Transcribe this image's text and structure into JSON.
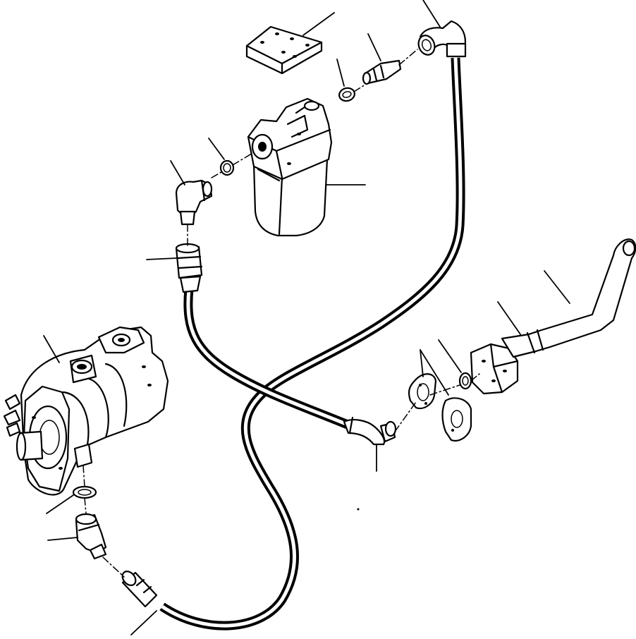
{
  "diagram": {
    "parts": [
      {
        "name": "cover-plate"
      },
      {
        "name": "straight-fitting-top"
      },
      {
        "name": "o-ring-top"
      },
      {
        "name": "filter-assembly"
      },
      {
        "name": "o-ring-filter-inlet"
      },
      {
        "name": "elbow-fitting-filter"
      },
      {
        "name": "hose-fitting-upper"
      },
      {
        "name": "hose-return"
      },
      {
        "name": "hose-suction"
      },
      {
        "name": "hydraulic-pump"
      },
      {
        "name": "o-ring-pump"
      },
      {
        "name": "elbow-fitting-pump"
      },
      {
        "name": "hose-end-lower"
      },
      {
        "name": "split-flange-halves"
      },
      {
        "name": "o-ring-flange"
      },
      {
        "name": "flange-adapter"
      },
      {
        "name": "tube"
      }
    ],
    "labels": []
  }
}
